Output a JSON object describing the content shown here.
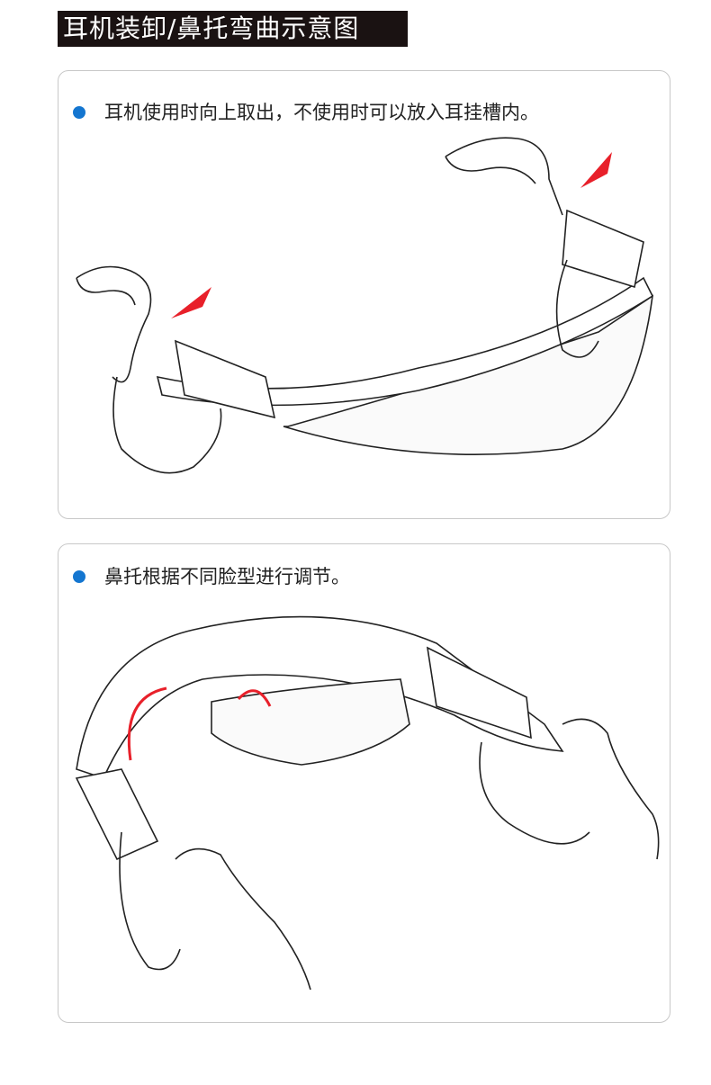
{
  "title": "耳机装卸/鼻托弯曲示意图",
  "sections": [
    {
      "text": "耳机使用时向上取出，不使用时可以放入耳挂槽内。"
    },
    {
      "text": "鼻托根据不同脸型进行调节。"
    }
  ],
  "colors": {
    "bullet": "#1476d0",
    "arrow": "#e8202a",
    "title_bg": "#1a1212"
  }
}
